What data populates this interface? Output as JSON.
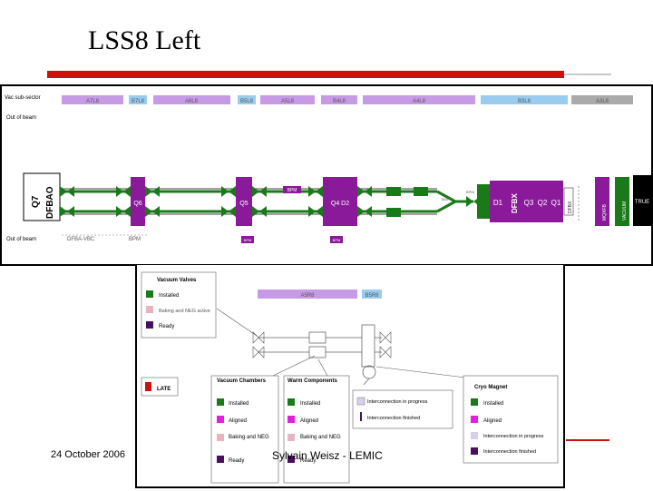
{
  "slide": {
    "title": "LSS8 Left",
    "footer_date": "24 October 2006",
    "footer_author": "Sylvain Weisz - LEMIC"
  },
  "colors": {
    "purple": "#8a1a9a",
    "green": "#1a7a1a",
    "lavender": "#c79ae6",
    "lightblue": "#99ccee",
    "grey": "#aaaaaa",
    "red_accent": "#cc1111",
    "magenta": "#e020e0",
    "pink": "#e8b4c0",
    "dark_purple": "#4a1060"
  },
  "schematic": {
    "row_labels": {
      "vacuum_sector": "Vac sub-sector",
      "out_top": "Out of beam",
      "out_bottom": "Out of beam"
    },
    "sector_bars": [
      {
        "label": "A7L8",
        "color": "lavender"
      },
      {
        "label": "B7L8",
        "color": "lightblue"
      },
      {
        "label": "A6L8",
        "color": "lavender"
      },
      {
        "label": "B5L8",
        "color": "lightblue"
      },
      {
        "label": "A5L8",
        "color": "lavender"
      },
      {
        "label": "B4L8",
        "color": "lavender"
      },
      {
        "label": "A4L8",
        "color": "lavender"
      },
      {
        "label": "B3L8",
        "color": "lightblue"
      },
      {
        "label": "A3L8",
        "color": "grey"
      }
    ],
    "left_labels": {
      "q7": "Q7",
      "dfbao": "DFBAO"
    },
    "magnets": [
      {
        "label": "Q6"
      },
      {
        "label": "Q5"
      },
      {
        "label": "Q4  D2"
      },
      {
        "label": "D1"
      },
      {
        "label": "Q3"
      },
      {
        "label": "Q2"
      },
      {
        "label": "Q1"
      }
    ],
    "vertical_labels": {
      "dfbx": "DFBX",
      "dfbx_left": "DFBX",
      "mqxfb": "MQXFB",
      "vacuum_right": "VACUUM"
    },
    "right_box": "TRUE",
    "small_tags": {
      "bpm_upper": "BPM",
      "bottom_left": "DFBA-VBC",
      "bottom_left2": "BPM",
      "bottom_q5": "BPM",
      "bottom_q4": "BPM",
      "tan_label": "TAN",
      "upper_right": "BPM"
    }
  },
  "legend": {
    "sector_bars": [
      {
        "label": "A5R8",
        "color": "lavender"
      },
      {
        "label": "B5R8",
        "color": "lightblue"
      }
    ],
    "vacuum_valves": {
      "title": "Vacuum Valves",
      "items": [
        {
          "label": "Installed",
          "color": "green"
        },
        {
          "label": "Baking and NEG active",
          "color": "pink"
        },
        {
          "label": "Ready",
          "color": "dark_purple"
        }
      ]
    },
    "late": {
      "label": "LATE",
      "color": "red_accent"
    },
    "vacuum_chambers": {
      "title": "Vacuum Chambers",
      "items": [
        {
          "label": "Installed",
          "color": "green"
        },
        {
          "label": "Aligned",
          "color": "magenta"
        },
        {
          "label": "Baking and NEG",
          "color": "pink"
        },
        {
          "label": "Ready",
          "color": "dark_purple"
        }
      ]
    },
    "warm_components": {
      "title": "Warm Components",
      "items": [
        {
          "label": "Installed",
          "color": "green"
        },
        {
          "label": "Aligned",
          "color": "magenta"
        },
        {
          "label": "Baking and NEG",
          "color": "pink"
        },
        {
          "label": "Ready",
          "color": "dark_purple"
        }
      ]
    },
    "interconnection": {
      "items": [
        {
          "label": "Interconnection in progress"
        },
        {
          "label": "Interconnection finished"
        }
      ]
    },
    "cryo_magnet": {
      "title": "Cryo Magnet",
      "items": [
        {
          "label": "Installed",
          "color": "green"
        },
        {
          "label": "Aligned",
          "color": "magenta"
        },
        {
          "label": "Interconnection in progress",
          "color": "#d8d0e8"
        },
        {
          "label": "Interconnection finished",
          "color": "dark_purple"
        }
      ]
    }
  }
}
